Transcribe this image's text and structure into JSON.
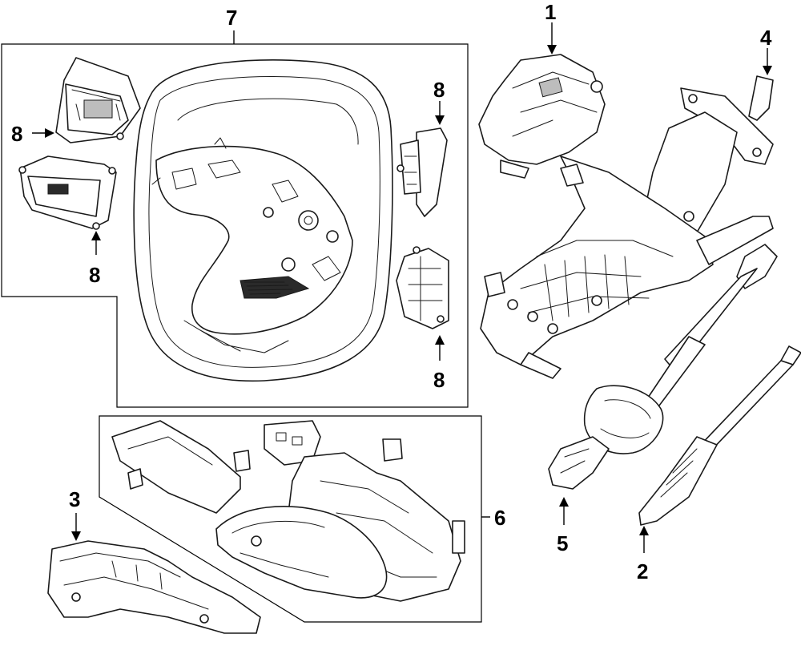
{
  "callouts": [
    {
      "id": "c7",
      "text": "7"
    },
    {
      "id": "c1",
      "text": "1"
    },
    {
      "id": "c4",
      "text": "4"
    },
    {
      "id": "c8a",
      "text": "8"
    },
    {
      "id": "c8b",
      "text": "8"
    },
    {
      "id": "c8c",
      "text": "8"
    },
    {
      "id": "c8d",
      "text": "8"
    },
    {
      "id": "c3",
      "text": "3"
    },
    {
      "id": "c6",
      "text": "6"
    },
    {
      "id": "c5",
      "text": "5"
    },
    {
      "id": "c2",
      "text": "2"
    }
  ]
}
